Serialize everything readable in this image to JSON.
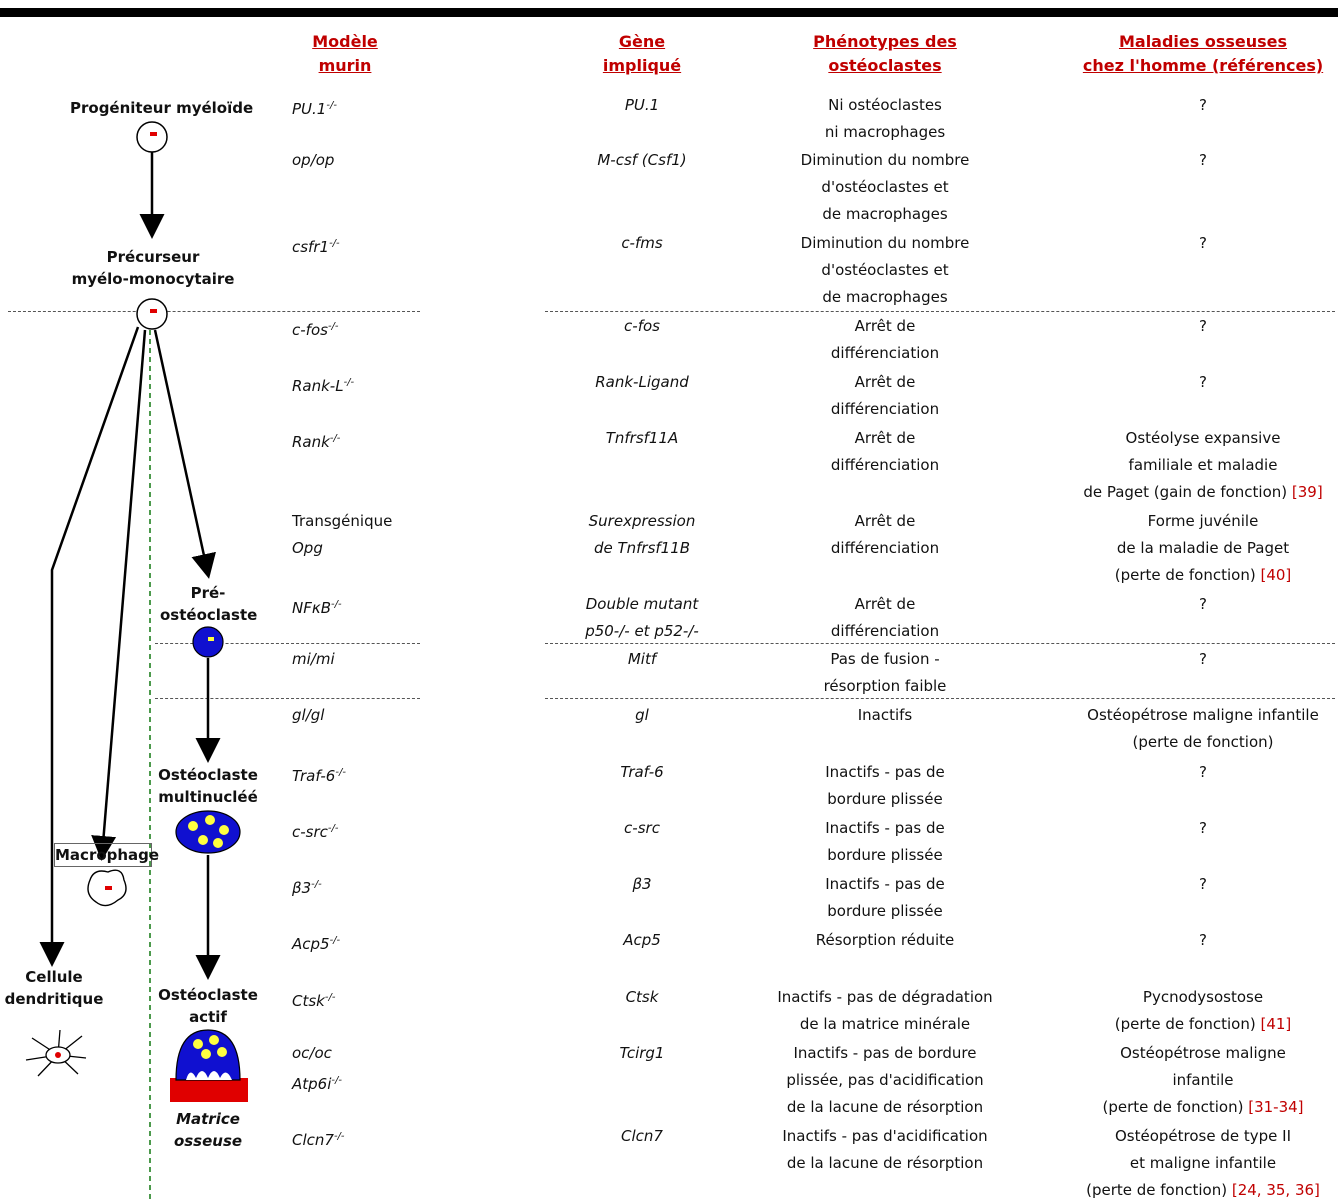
{
  "headers": {
    "model": [
      "Modèle",
      "murin"
    ],
    "gene": [
      "Gène",
      "impliqué"
    ],
    "phenotype": [
      "Phénotypes des",
      "ostéoclastes"
    ],
    "disease": [
      "Maladies osseuses",
      "chez l'homme (références)"
    ]
  },
  "diagram_labels": {
    "myeloid_progenitor": "Progéniteur myéloïde",
    "precursor_line1": "Précurseur",
    "precursor_line2": "myélo-monocytaire",
    "preosteoclast_line1": "Pré-",
    "preosteoclast_line2": "ostéoclaste",
    "multinucleated_line1": "Ostéoclaste",
    "multinucleated_line2": "multinucléé",
    "macrophage": "Macrophage",
    "dendritic_line1": "Cellule",
    "dendritic_line2": "dendritique",
    "active_line1": "Ostéoclaste",
    "active_line2": "actif",
    "matrix_line1": "Matrice",
    "matrix_line2": "osseuse"
  },
  "rows": [
    {
      "model": "PU.1",
      "model_sup": "-/-",
      "gene": [
        "PU.1"
      ],
      "phenotype": [
        "Ni ostéoclastes",
        "ni macrophages"
      ],
      "disease": [
        "?"
      ]
    },
    {
      "model": "op/op",
      "model_sup": "",
      "gene": [
        "M-csf (Csf1)"
      ],
      "phenotype": [
        "Diminution du nombre",
        "d'ostéoclastes et",
        "de macrophages"
      ],
      "disease": [
        "?"
      ]
    },
    {
      "model": "csfr1",
      "model_sup": "-/-",
      "gene": [
        "c-fms"
      ],
      "phenotype": [
        "Diminution du nombre",
        "d'ostéoclastes et",
        "de macrophages"
      ],
      "disease": [
        "?"
      ]
    },
    {
      "model": "c-fos",
      "model_sup": "-/-",
      "gene": [
        "c-fos"
      ],
      "phenotype": [
        "Arrêt de",
        "différenciation"
      ],
      "disease": [
        "?"
      ]
    },
    {
      "model": "Rank-L",
      "model_sup": "-/-",
      "gene": [
        "Rank-Ligand"
      ],
      "phenotype": [
        "Arrêt de",
        "différenciation"
      ],
      "disease": [
        "?"
      ]
    },
    {
      "model": "Rank",
      "model_sup": "-/-",
      "gene": [
        "Tnfrsf11A"
      ],
      "phenotype": [
        "Arrêt de",
        "différenciation"
      ],
      "disease": [
        "Ostéolyse expansive",
        "familiale et maladie",
        "de Paget (gain de fonction)"
      ],
      "disease_ref": "[39]"
    },
    {
      "model_pre": "Transgénique",
      "model": "Opg",
      "model_sup": "",
      "gene": [
        "Surexpression",
        "de Tnfrsf11B"
      ],
      "phenotype": [
        "Arrêt de",
        "différenciation"
      ],
      "disease": [
        "Forme juvénile",
        "de la maladie de Paget",
        "(perte de fonction)"
      ],
      "disease_ref": "[40]"
    },
    {
      "model": "NFκB",
      "model_sup": "-/-",
      "gene": [
        "Double mutant",
        "p50-/- et p52-/-"
      ],
      "phenotype": [
        "Arrêt de",
        "différenciation"
      ],
      "disease": [
        "?"
      ]
    },
    {
      "model": "mi/mi",
      "model_sup": "",
      "gene": [
        "Mitf"
      ],
      "phenotype": [
        "Pas de fusion -",
        "résorption faible"
      ],
      "disease": [
        "?"
      ]
    },
    {
      "model": "gl/gl",
      "model_sup": "",
      "gene": [
        "gl"
      ],
      "phenotype": [
        "Inactifs"
      ],
      "disease": [
        "Ostéopétrose maligne infantile",
        "(perte de fonction)"
      ]
    },
    {
      "model": "Traf-6",
      "model_sup": "-/-",
      "gene": [
        "Traf-6"
      ],
      "phenotype": [
        "Inactifs - pas de",
        "bordure plissée"
      ],
      "disease": [
        "?"
      ]
    },
    {
      "model": "c-src",
      "model_sup": "-/-",
      "gene": [
        "c-src"
      ],
      "phenotype": [
        "Inactifs - pas de",
        "bordure plissée"
      ],
      "disease": [
        "?"
      ]
    },
    {
      "model": "β3",
      "model_sup": "-/-",
      "gene": [
        "β3"
      ],
      "phenotype": [
        "Inactifs - pas de",
        "bordure plissée"
      ],
      "disease": [
        "?"
      ]
    },
    {
      "model": "Acp5",
      "model_sup": "-/-",
      "gene": [
        "Acp5"
      ],
      "phenotype": [
        "Résorption réduite"
      ],
      "disease": [
        "?"
      ]
    },
    {
      "model": "Ctsk",
      "model_sup": "-/-",
      "gene": [
        "Ctsk"
      ],
      "phenotype": [
        "Inactifs - pas de dégradation",
        "de la matrice minérale"
      ],
      "disease": [
        "Pycnodysostose",
        "(perte de fonction)"
      ],
      "disease_ref": "[41]"
    },
    {
      "model": "oc/oc",
      "model_sup": "",
      "model2": "Atp6i",
      "model2_sup": "-/-",
      "gene": [
        "Tcirg1"
      ],
      "phenotype": [
        "Inactifs - pas de bordure",
        "plissée, pas d'acidification",
        "de la lacune de résorption"
      ],
      "disease": [
        "Ostéopétrose maligne",
        "infantile",
        "(perte de fonction)"
      ],
      "disease_ref": "[31-34]"
    },
    {
      "model": "Clcn7",
      "model_sup": "-/-",
      "gene": [
        "Clcn7"
      ],
      "phenotype": [
        "Inactifs - pas d'acidification",
        "de la lacune de résorption"
      ],
      "disease": [
        "Ostéopétrose de type II",
        "et maligne infantile",
        "(perte de fonction)"
      ],
      "disease_ref": "[24, 35, 36]"
    }
  ],
  "colors": {
    "header": "#c00000",
    "nucleus": "#e00000",
    "osteoclast": "#1010d0",
    "granule": "#ffff40",
    "matrix": "#e00000",
    "dashed_green": "#208020"
  }
}
